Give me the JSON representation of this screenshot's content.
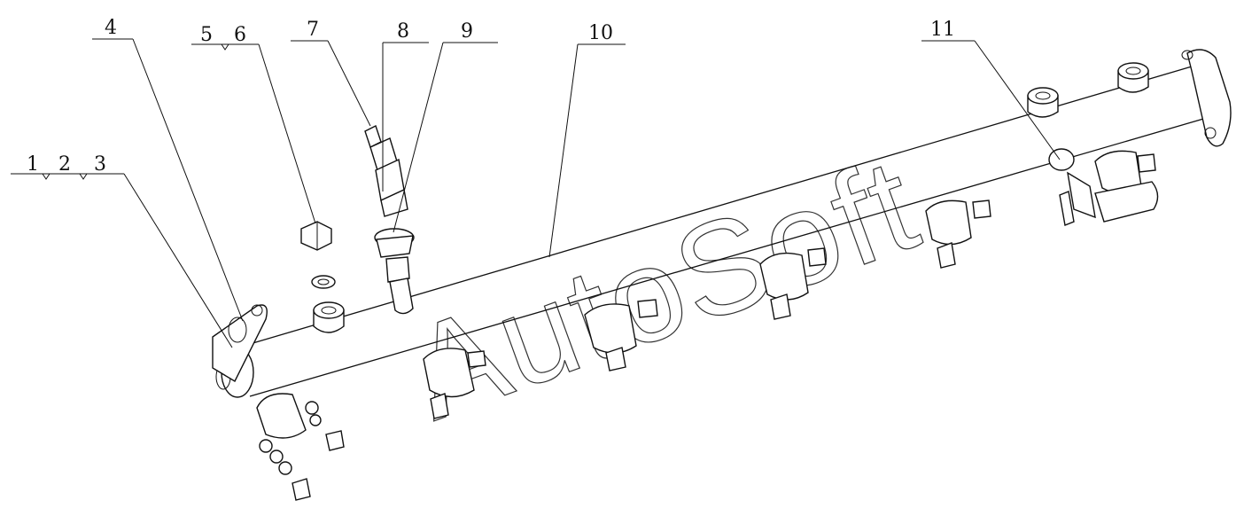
{
  "watermark": "AutoSoft",
  "callouts": [
    {
      "id": "c1",
      "label": "1"
    },
    {
      "id": "c2",
      "label": "2"
    },
    {
      "id": "c3",
      "label": "3"
    },
    {
      "id": "c4",
      "label": "4"
    },
    {
      "id": "c5",
      "label": "5"
    },
    {
      "id": "c6",
      "label": "6"
    },
    {
      "id": "c7",
      "label": "7"
    },
    {
      "id": "c8",
      "label": "8"
    },
    {
      "id": "c9",
      "label": "9"
    },
    {
      "id": "c10",
      "label": "10"
    },
    {
      "id": "c11",
      "label": "11"
    }
  ]
}
